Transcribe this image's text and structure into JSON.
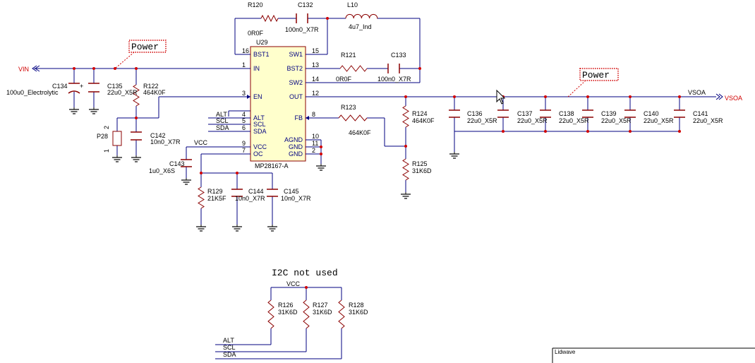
{
  "colors": {
    "wire": "#000080",
    "body": "#8b0000",
    "junction": "#d00000",
    "ic_fill": "#ffffcc",
    "net": "#d00000",
    "dashed": "#d00000"
  },
  "chip": {
    "ref": "U29",
    "part": "MP28167-A",
    "pins_left": [
      {
        "num": "16",
        "name": "BST1"
      },
      {
        "num": "1",
        "name": "IN"
      },
      {
        "num": "3",
        "name": "EN"
      },
      {
        "num": "4",
        "name": "ALT"
      },
      {
        "num": "5",
        "name": "SCL"
      },
      {
        "num": "6",
        "name": "SDA"
      },
      {
        "num": "9",
        "name": "VCC"
      },
      {
        "num": "7",
        "name": "OC"
      }
    ],
    "pins_right": [
      {
        "num": "15",
        "name": "SW1"
      },
      {
        "num": "13",
        "name": "BST2"
      },
      {
        "num": "14",
        "name": "SW2"
      },
      {
        "num": "12",
        "name": "OUT"
      },
      {
        "num": "8",
        "name": "FB"
      },
      {
        "num": "10",
        "name": "AGND"
      },
      {
        "num": "11",
        "name": "GND"
      },
      {
        "num": "2",
        "name": "GND"
      }
    ]
  },
  "components": [
    {
      "ref": "R120",
      "value": "0R0F"
    },
    {
      "ref": "C132",
      "value": "100n0_X7R"
    },
    {
      "ref": "L10",
      "value": "4u7_Ind"
    },
    {
      "ref": "R121",
      "value": "0R0F"
    },
    {
      "ref": "C133",
      "value": "100n0_X7R"
    },
    {
      "ref": "C134",
      "value": "100u0_Electrolytic"
    },
    {
      "ref": "C135",
      "value": "22u0_X5R"
    },
    {
      "ref": "R122",
      "value": "464K0F"
    },
    {
      "ref": "C142",
      "value": "10n0_X7R"
    },
    {
      "ref": "C143",
      "value": "1u0_X6S"
    },
    {
      "ref": "R129",
      "value": "21K5F"
    },
    {
      "ref": "C144",
      "value": "10n0_X7R"
    },
    {
      "ref": "C145",
      "value": "10n0_X7R"
    },
    {
      "ref": "R123",
      "value": "464K0F"
    },
    {
      "ref": "R124",
      "value": "464K0F"
    },
    {
      "ref": "R125",
      "value": "31K6D"
    },
    {
      "ref": "C136",
      "value": "22u0_X5R"
    },
    {
      "ref": "C137",
      "value": "22u0_X5R"
    },
    {
      "ref": "C138",
      "value": "22u0_X5R"
    },
    {
      "ref": "C139",
      "value": "22u0_X5R"
    },
    {
      "ref": "C140",
      "value": "22u0_X5R"
    },
    {
      "ref": "C141",
      "value": "22u0_X5R"
    },
    {
      "ref": "R126",
      "value": "31K6D"
    },
    {
      "ref": "R127",
      "value": "31K6D"
    },
    {
      "ref": "R128",
      "value": "31K6D"
    }
  ],
  "header": {
    "ref": "P28",
    "pin1": "1",
    "pin2": "2"
  },
  "nets": {
    "vin": "VIN",
    "vsoa_label": "VSOA",
    "vsoa_port": "VSOA",
    "vcc": "VCC",
    "alt": "ALT",
    "scl": "SCL",
    "sda": "SDA",
    "alt2": "ALT",
    "scl2": "SCL",
    "sda2": "SDA",
    "vcc2": "VCC"
  },
  "notes": {
    "power1": "Power",
    "power2": "Power",
    "i2c": "I2C not used"
  },
  "title_block": {
    "company": "Lidwave"
  }
}
